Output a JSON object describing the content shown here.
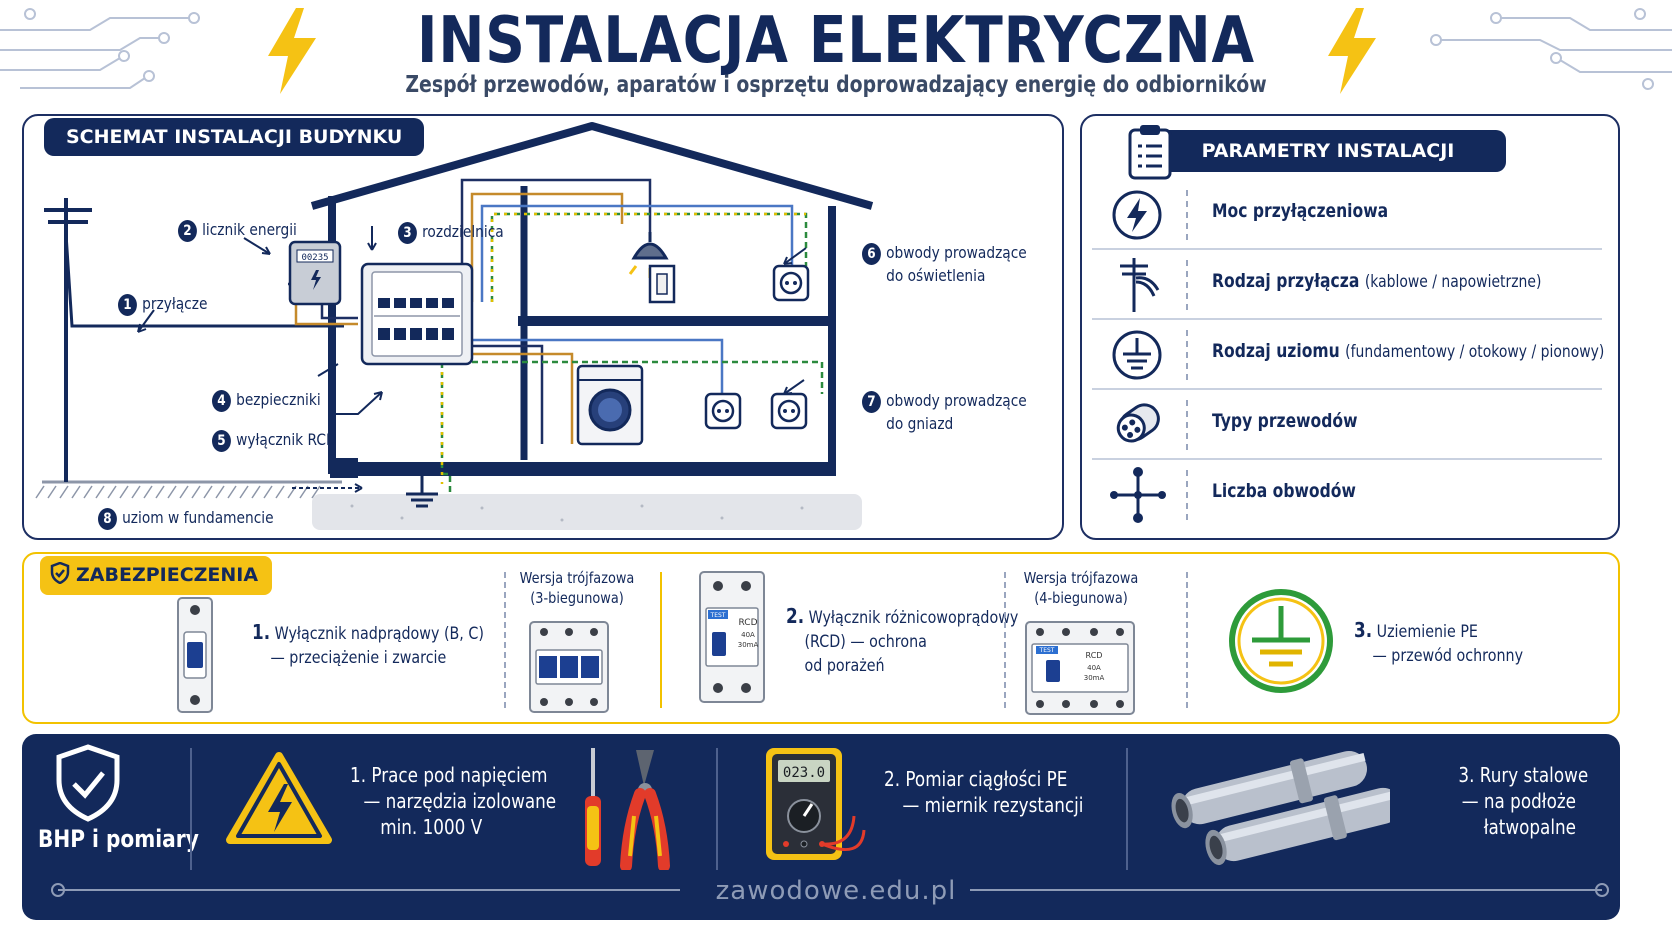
{
  "header": {
    "title": "INSTALACJA ELEKTRYCZNA",
    "subtitle": "Zespół przewodów, aparatów i osprzętu doprowadzający energię do odbiorników"
  },
  "schema": {
    "tab": "SCHEMAT INSTALACJI BUDYNKU",
    "meter_display": "00235",
    "callouts": [
      {
        "num": "1",
        "text": "przyłącze"
      },
      {
        "num": "2",
        "text": "licznik energii"
      },
      {
        "num": "3",
        "text": "rozdzielnica"
      },
      {
        "num": "4",
        "text": "bezpieczniki"
      },
      {
        "num": "5",
        "text": "wyłącznik RCD"
      },
      {
        "num": "6",
        "line1": "obwody prowadzące",
        "line2": "do oświetlenia"
      },
      {
        "num": "7",
        "line1": "obwody prowadzące",
        "line2": "do gniazd"
      },
      {
        "num": "8",
        "text": "uziom w fundamencie"
      }
    ]
  },
  "params": {
    "tab": "PARAMETRY INSTALACJI",
    "items": [
      {
        "icon": "lightning-icon",
        "label": "Moc przyłączeniowa",
        "extra": ""
      },
      {
        "icon": "pole-icon",
        "label": "Rodzaj przyłącza",
        "extra": "(kablowe / napowietrzne)"
      },
      {
        "icon": "ground-icon",
        "label": "Rodzaj uziomu",
        "extra": "(fundamentowy / otokowy / pionowy)"
      },
      {
        "icon": "cable-icon",
        "label": "Typy przewodów",
        "extra": ""
      },
      {
        "icon": "circuits-icon",
        "label": "Liczba obwodów",
        "extra": ""
      }
    ]
  },
  "security": {
    "tab": "ZABEZPIECZENIA",
    "item1": {
      "num": "1.",
      "line1": "Wyłącznik nadprądowy (B, C)",
      "line2": "— przeciążenie i zwarcie"
    },
    "three_phase_1": {
      "line1": "Wersja trójfazowa",
      "line2": "(3-biegunowa)"
    },
    "item2": {
      "num": "2.",
      "line1": "Wyłącznik różnicowoprądowy",
      "line2": "(RCD) — ochrona",
      "line3": "od porażeń"
    },
    "three_phase_2": {
      "line1": "Wersja trójfazowa",
      "line2": "(4-biegunowa)"
    },
    "item3": {
      "num": "3.",
      "line1": "Uziemienie PE",
      "line2": "— przewód ochronny"
    },
    "rcd": {
      "test": "TEST",
      "name": "RCD",
      "amp": "40A",
      "ma": "30mA"
    }
  },
  "bhp": {
    "title": "BHP i pomiary",
    "item1": {
      "num": "1.",
      "line1": "Prace pod napięciem",
      "line2": "— narzędzia izolowane",
      "line3": "min. 1000 V"
    },
    "item2": {
      "num": "2.",
      "line1": "Pomiar ciągłości PE",
      "line2": "— miernik rezystancji"
    },
    "item3": {
      "num": "3.",
      "line1": "Rury stalowe",
      "line2": "— na podłoże",
      "line3": "łatwopalne"
    },
    "meter_display": "023.0",
    "footer": "zawodowe.edu.pl"
  },
  "colors": {
    "navy": "#13295b",
    "yellow": "#f5c214",
    "green": "#2e9b3a"
  }
}
